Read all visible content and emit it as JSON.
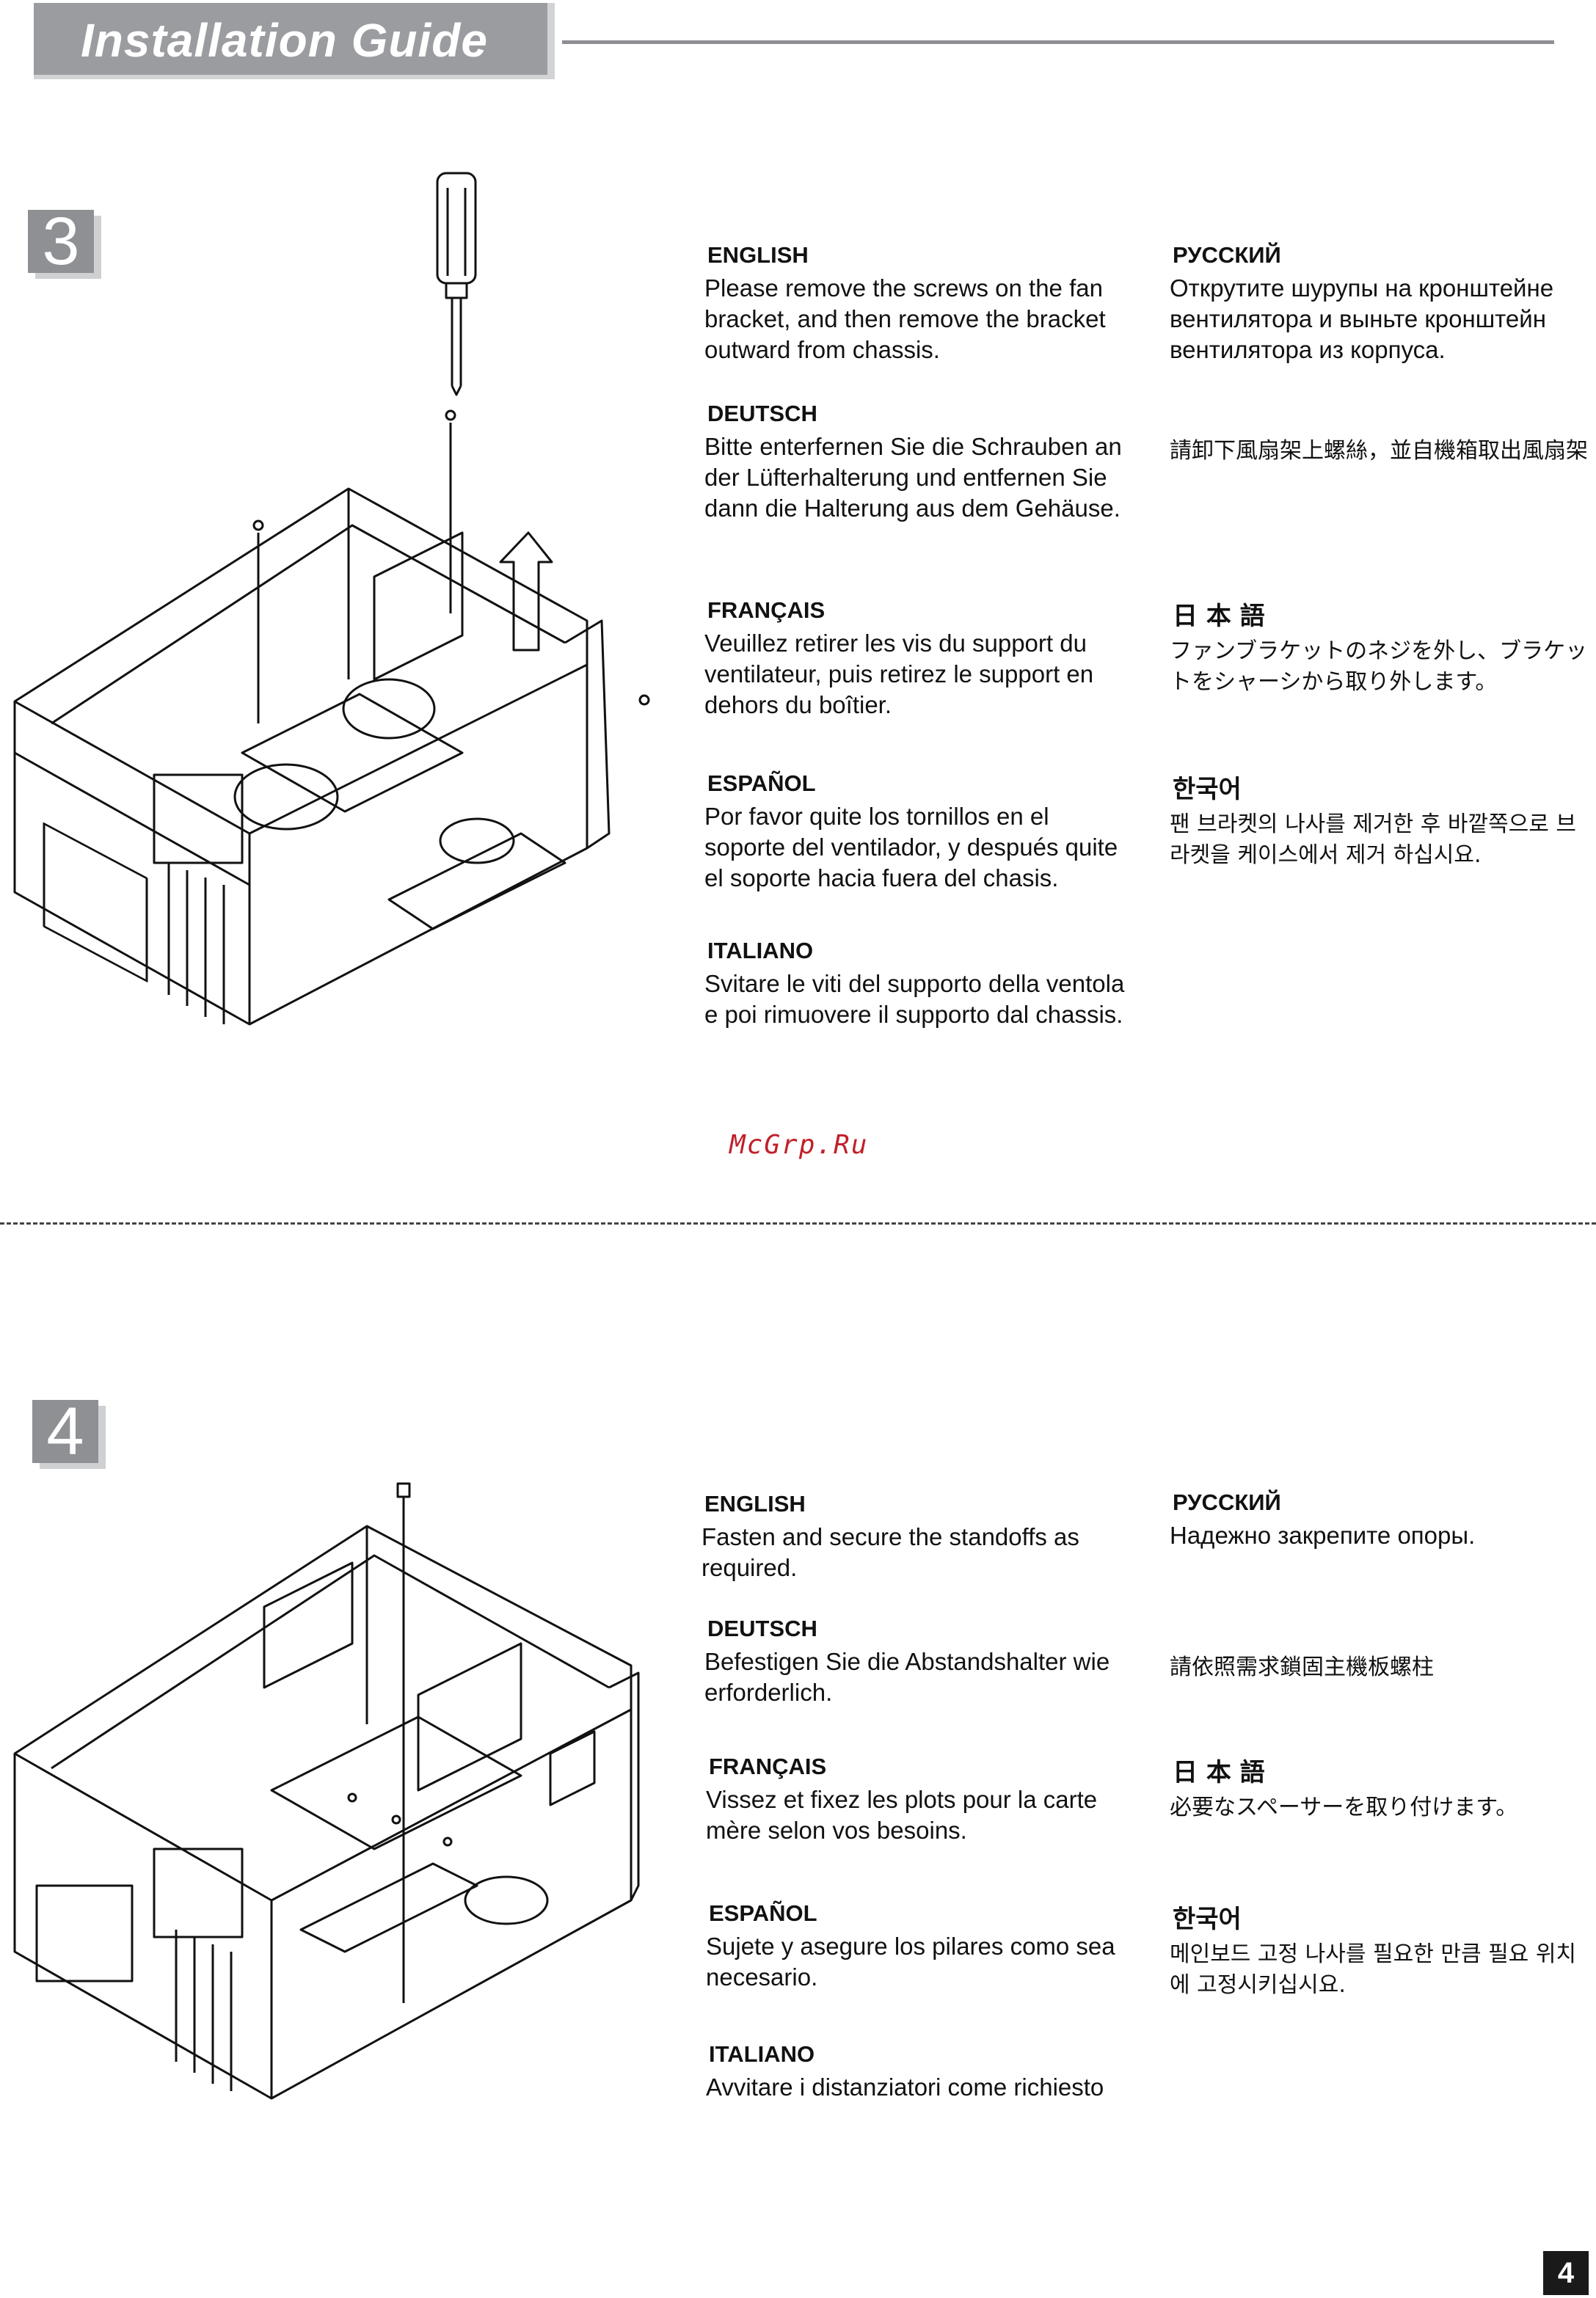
{
  "header": {
    "title": "Installation Guide"
  },
  "watermark": "McGrp.Ru",
  "page_number": "4",
  "steps": [
    {
      "number": "3",
      "languages": {
        "english": {
          "heading": "ENGLISH",
          "text": "Please remove the screws on the fan bracket, and then remove the bracket outward from chassis."
        },
        "deutsch": {
          "heading": "DEUTSCH",
          "text": "Bitte enterfernen Sie die Schrauben an der Lüfterhalterung und entfernen Sie dann die Halterung aus dem Gehäuse."
        },
        "francais": {
          "heading": "FRANÇAIS",
          "text": "Veuillez retirer les vis du support du ventilateur, puis retirez le support en dehors du boîtier."
        },
        "espanol": {
          "heading": "ESPAÑOL",
          "text": "Por favor quite los tornillos en el soporte del ventilador, y después quite el soporte hacia fuera del chasis."
        },
        "italiano": {
          "heading": "ITALIANO",
          "text": "Svitare le viti del supporto della ventola e poi rimuovere il supporto dal chassis."
        },
        "russian": {
          "heading": "РУССКИЙ",
          "text": "Открутите шурупы на кронштейне вентилятора и выньте кронштейн вентилятора из корпуса."
        },
        "chinese": {
          "text": "請卸下風扇架上螺絲，並自機箱取出風扇架"
        },
        "japanese": {
          "heading": "日 本 語",
          "text": "ファンブラケットのネジを外し、ブラケットをシャーシから取り外します。"
        },
        "korean": {
          "heading": "한국어",
          "text": "팬 브라켓의 나사를 제거한 후 바깥쪽으로 브라켓을 케이스에서 제거 하십시요."
        }
      }
    },
    {
      "number": "4",
      "languages": {
        "english": {
          "heading": "ENGLISH",
          "text": "Fasten and secure the standoffs as required."
        },
        "deutsch": {
          "heading": "DEUTSCH",
          "text": "Befestigen Sie die Abstandshalter wie erforderlich."
        },
        "francais": {
          "heading": "FRANÇAIS",
          "text": "Vissez et fixez les plots pour la carte mère selon vos besoins."
        },
        "espanol": {
          "heading": "ESPAÑOL",
          "text": "Sujete y asegure los pilares como sea necesario."
        },
        "italiano": {
          "heading": "ITALIANO",
          "text": "Avvitare i distanziatori come richiesto"
        },
        "russian": {
          "heading": "РУССКИЙ",
          "text": "Надежно закрепите опоры."
        },
        "chinese": {
          "text": "請依照需求鎖固主機板螺柱"
        },
        "japanese": {
          "heading": "日 本 語",
          "text": "必要なスペーサーを取り付けます。"
        },
        "korean": {
          "heading": "한국어",
          "text": "메인보드 고정 나사를 필요한 만큼 필요 위치에 고정시키십시요."
        }
      }
    }
  ]
}
